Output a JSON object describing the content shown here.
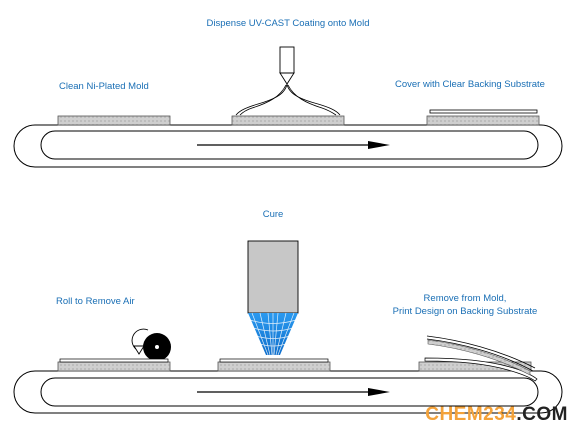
{
  "steps": {
    "clean_mold": "Clean Ni-Plated Mold",
    "dispense": "Dispense UV-CAST Coating onto Mold",
    "cover": "Cover with Clear Backing Substrate",
    "cure": "Cure",
    "roll": "Roll to Remove Air",
    "remove_line1": "Remove from Mold,",
    "remove_line2": "Print Design on Backing Substrate"
  },
  "watermark": {
    "brand": "CHEM234",
    "tld": ".COM"
  },
  "colors": {
    "label_text": "#1a6fb5",
    "mold_fill": "#c8c8c8",
    "lamp_fill": "#c7c7c7",
    "uv_blue": "#1f8fe0"
  }
}
